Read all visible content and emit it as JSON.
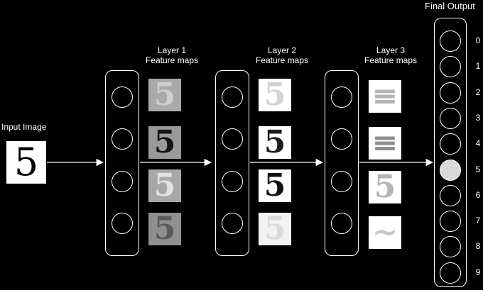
{
  "input": {
    "label": "Input Image",
    "digit": "5"
  },
  "layers": [
    {
      "title": "Layer 1",
      "subtitle": "Feature maps",
      "maps": [
        {
          "bg": "#a9a9a9",
          "fg": "#cfcfcf",
          "digit": "5"
        },
        {
          "bg": "#9a9a9a",
          "fg": "#141414",
          "digit": "5"
        },
        {
          "bg": "#a8a8a8",
          "fg": "#e2e2e2",
          "digit": "5"
        },
        {
          "bg": "#8f8f8f",
          "fg": "#5a5a5a",
          "digit": "5"
        }
      ]
    },
    {
      "title": "Layer 2",
      "subtitle": "Feature maps",
      "maps": [
        {
          "bg": "#ffffff",
          "fg": "#d2d2d2",
          "digit": "5"
        },
        {
          "bg": "#ffffff",
          "fg": "#1e1e1e",
          "digit": "5"
        },
        {
          "bg": "#ffffff",
          "fg": "#121212",
          "digit": "5"
        },
        {
          "bg": "#f2f2f2",
          "fg": "#dadada",
          "digit": "5"
        }
      ]
    },
    {
      "title": "Layer 3",
      "subtitle": "Feature maps",
      "maps": [
        {
          "bg": "#ffffff",
          "fg": "#b4b4b4",
          "digit": "≡"
        },
        {
          "bg": "#ffffff",
          "fg": "#8c8c8c",
          "digit": "≡"
        },
        {
          "bg": "#ffffff",
          "fg": "#b4b4b4",
          "digit": "5"
        },
        {
          "bg": "#ffffff",
          "fg": "#c8c8c8",
          "digit": "~"
        }
      ]
    }
  ],
  "output": {
    "title": "Final Output",
    "classes": [
      "0",
      "1",
      "2",
      "3",
      "4",
      "5",
      "6",
      "7",
      "8",
      "9"
    ],
    "active_index": 5
  },
  "colors": {
    "background": "#000000",
    "line": "#ffffff",
    "active_node": "#d9d9d9"
  }
}
